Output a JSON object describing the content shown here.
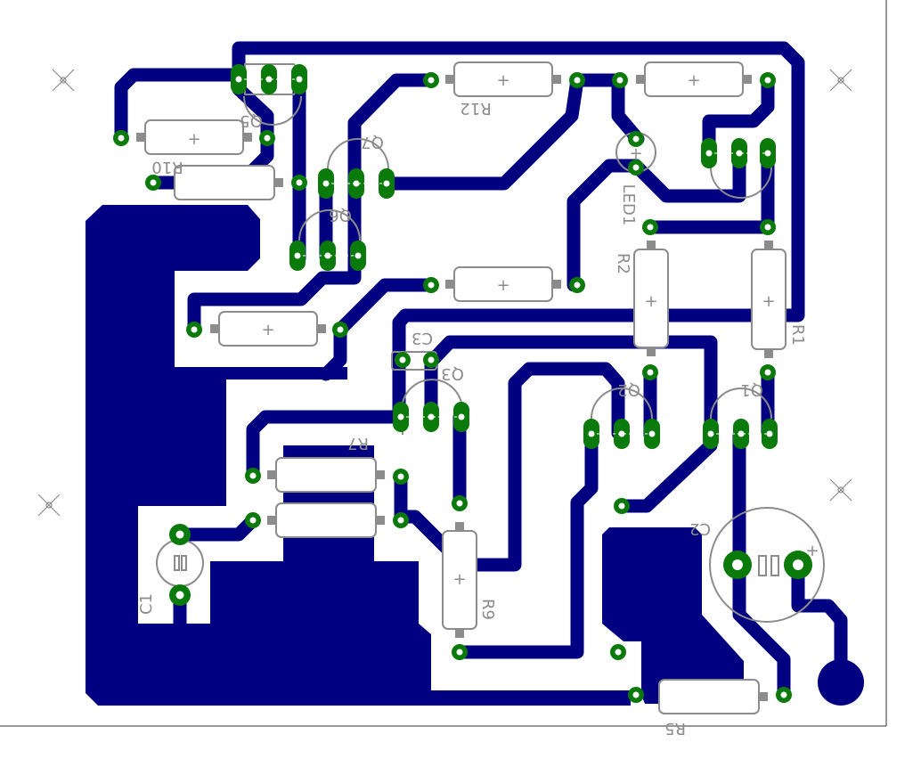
{
  "colors": {
    "copper": "#000080",
    "pad_ring": "#0a7a0a",
    "pad_hole": "#ffffff",
    "silkscreen": "#8c8c8c",
    "component_body": "#ffffff",
    "background": "#ffffff"
  },
  "labels": {
    "r12": "R12",
    "r10": "R10",
    "r2": "R2",
    "r1": "R1",
    "r7": "R7",
    "r9": "R9",
    "r5": "R5",
    "q5": "Q5",
    "q7": "Q7",
    "q6": "Q6",
    "q3": "Q3",
    "q2": "Q2",
    "q1": "Q1",
    "c1": "C1",
    "c2": "C2",
    "c3": "C3",
    "led1": "LED1",
    "plus": "+"
  },
  "marks": {
    "fiducial_icon": "x-mark-icon"
  }
}
